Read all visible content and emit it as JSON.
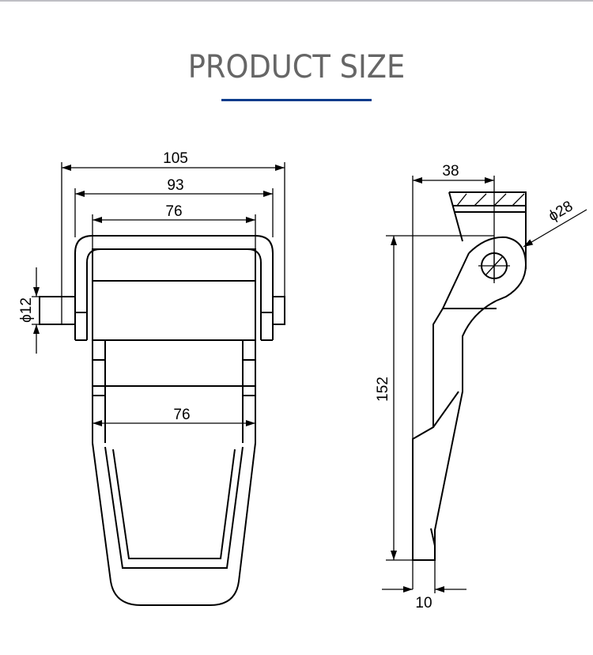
{
  "title": "PRODUCT SIZE",
  "accent_color": "#0b3c8c",
  "front_view": {
    "dim_overall_width": "105",
    "dim_handle_width": "93",
    "dim_body_width": "76",
    "dim_clasp_width": "76",
    "dim_pin_diameter": "ϕ12"
  },
  "side_view": {
    "dim_pivot_offset": "38",
    "dim_pivot_diameter": "ϕ28",
    "dim_height": "152",
    "dim_thickness": "10"
  }
}
